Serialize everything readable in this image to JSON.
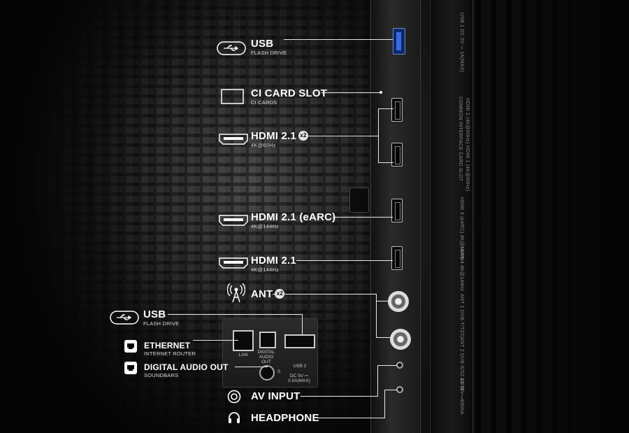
{
  "labels": {
    "usb_top": {
      "title": "USB",
      "sub": "FLASH DRIVE"
    },
    "ci": {
      "title": "CI CARD SLOT",
      "sub": "CI CARDS"
    },
    "hdmi1": {
      "title": "HDMI 2.1",
      "badge": "x2",
      "sub": "4K@60Hz"
    },
    "hdmi_earc": {
      "title": "HDMI 2.1 (eARC)",
      "sub": "4K@144Hz"
    },
    "hdmi4": {
      "title": "HDMI 2.1",
      "sub": "4K@144Hz"
    },
    "ant": {
      "title": "ANT",
      "badge": "x2"
    },
    "usb_bottom": {
      "title": "USB",
      "sub": "FLASH DRIVE"
    },
    "ethernet": {
      "title": "ETHERNET",
      "sub": "INTERNET ROUTER"
    },
    "digital_audio": {
      "title": "DIGITAL AUDIO OUT",
      "sub": "SOUNDBARS"
    },
    "av_input": {
      "title": "AV INPUT"
    },
    "headphone": {
      "title": "HEADPHONE"
    }
  },
  "bottom_panel": {
    "lan": "LAN",
    "digital_audio_out": "DIGITAL AUDIO OUT",
    "usb2": "USB 2",
    "usb2_spec": "DC 5V ⎓ 0.5A(MAX)",
    "s_label": "S"
  },
  "side_labels": {
    "usb1": "USB 1 DC 5V ⎓ 1A(MAX)",
    "ci": "COMMON INTERFACE CARD SLOT",
    "hdmi12": "HDMI 2 (4K@60Hz)  HDMI 1 (4K@60Hz)",
    "hdmi3": "HDMI 3 (eARC) 4K@144Hz",
    "hdmi4": "HDMI 4 4K@144Hz",
    "ant1": "ANT 1 DVB-T/T2/C",
    "ant2": "ANT 2 DVB-S/S2 13/18V⎓400mA",
    "av": "AV IN"
  },
  "icons": [
    "usb-icon",
    "ci-card-icon",
    "hdmi-icon",
    "antenna-icon",
    "ethernet-icon",
    "optical-icon",
    "av-input-icon",
    "headphone-icon"
  ]
}
